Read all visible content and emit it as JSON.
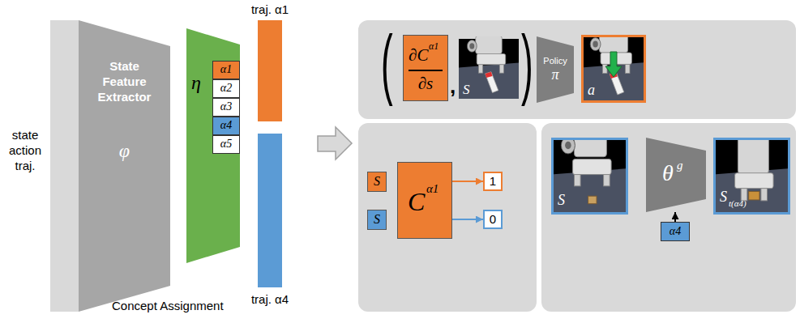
{
  "diagram": {
    "nodes": [
      {
        "text": [
          "State Feature Extractor",
          "φ"
        ]
      },
      {
        "text": [
          "η"
        ]
      },
      {
        "text": [
          "α1"
        ],
        "in": 1
      },
      {
        "text": [
          "α2"
        ],
        "in": 1
      },
      {
        "text": [
          "α3"
        ],
        "in": 1
      },
      {
        "text": [
          "α4"
        ],
        "in": 1
      },
      {
        "text": [
          "α5"
        ],
        "in": 1
      },
      {
        "text": [
          "traj. α1"
        ]
      },
      {
        "text": [
          "traj. α4"
        ]
      },
      {
        "text": [
          "∂C",
          "α1",
          "∂s"
        ]
      },
      {
        "text": [
          "S"
        ]
      },
      {
        "text": [
          "Policy",
          "π"
        ]
      },
      {
        "text": [
          "a"
        ]
      },
      {
        "text": [
          "S"
        ]
      },
      {
        "text": [
          "S"
        ]
      },
      {
        "text": [
          "C",
          "α1"
        ]
      },
      {
        "text": [
          "1"
        ]
      },
      {
        "text": [
          "0"
        ]
      },
      {
        "text": [
          "S"
        ]
      },
      {
        "text": [
          "θ",
          "g"
        ]
      },
      {
        "text": [
          "S",
          "t(α4)"
        ]
      },
      {
        "text": [
          "α4"
        ]
      }
    ],
    "edges": [
      {
        "from": 15,
        "to": 16,
        "arrow": "to"
      },
      {
        "from": 15,
        "to": 17,
        "arrow": "to"
      },
      {
        "from": 21,
        "to": 19,
        "arrow": "to"
      }
    ],
    "labels": [
      "state action traj.",
      "Concept Assignment",
      "(",
      ",",
      ")"
    ]
  }
}
